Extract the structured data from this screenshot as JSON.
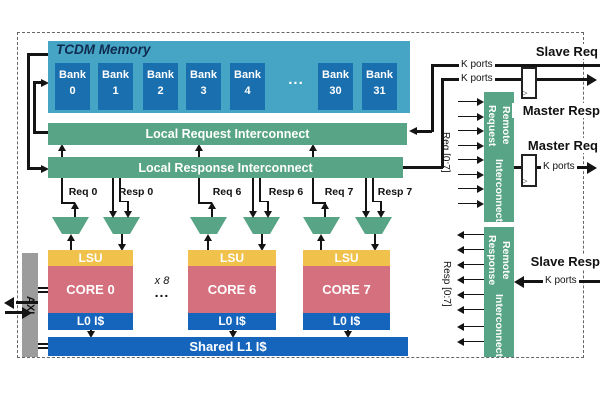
{
  "colors": {
    "tcdm_teal": "#46a4c4",
    "bank_blue": "#1a6fae",
    "interconnect_green": "#58a486",
    "lsu_yellow": "#f0c14b",
    "core_red": "#d5707e",
    "cache_blue": "#1565bd",
    "axi_gray": "#9c9c9c",
    "wire_black": "#141414"
  },
  "tcdm": {
    "title": "TCDM Memory",
    "ellipsis": "...",
    "banks": [
      {
        "w": "Bank",
        "n": "0"
      },
      {
        "w": "Bank",
        "n": "1"
      },
      {
        "w": "Bank",
        "n": "2"
      },
      {
        "w": "Bank",
        "n": "3"
      },
      {
        "w": "Bank",
        "n": "4"
      },
      {
        "w": "Bank",
        "n": "30"
      },
      {
        "w": "Bank",
        "n": "31"
      }
    ]
  },
  "local": {
    "request": "Local Request Interconnect",
    "response": "Local Response Interconnect"
  },
  "ports": [
    "Req 0",
    "Resp 0",
    "Req 6",
    "Resp 6",
    "Req 7",
    "Resp 7"
  ],
  "cores": [
    {
      "lsu": "LSU",
      "name": "CORE 0",
      "cache": "L0 I$"
    },
    {
      "lsu": "LSU",
      "name": "CORE 6",
      "cache": "L0 I$"
    },
    {
      "lsu": "LSU",
      "name": "CORE 7",
      "cache": "L0 I$"
    }
  ],
  "times8": "x 8",
  "core_ellipsis": "...",
  "shared_l1": "Shared L1 I$",
  "axi": "AXI",
  "remote": {
    "request": {
      "line1": "Remote Request",
      "line2": "Interconnect"
    },
    "response": {
      "line1": "Remote Response",
      "line2": "Interconnect"
    },
    "req_label": "Req [0:7]",
    "resp_label": "Resp [0:7]"
  },
  "io": {
    "slave_req": "Slave Req",
    "master_resp": "Master Resp",
    "master_req": "Master Req",
    "slave_resp": "Slave Resp",
    "k_ports_slave_req": "K ports",
    "k_ports_master_resp": "K ports",
    "k_ports_master_req": "K ports",
    "k_ports_slave_resp": "K ports"
  }
}
